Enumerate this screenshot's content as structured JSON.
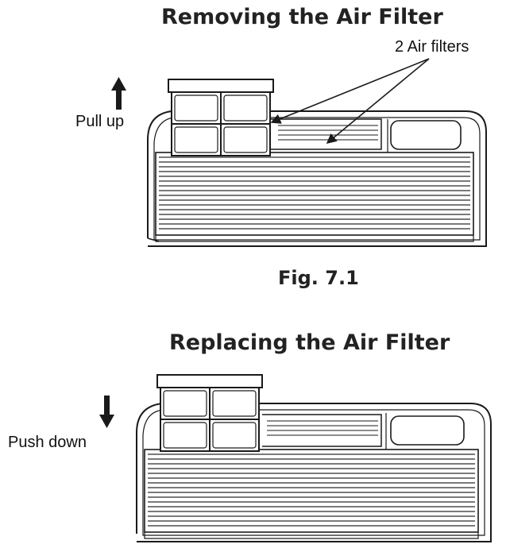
{
  "removing": {
    "title": "Removing the Air Filter",
    "action_label": "Pull up",
    "callout_label": "2 Air filters",
    "figure_caption": "Fig. 7.1"
  },
  "replacing": {
    "title": "Replacing the Air Filter",
    "action_label": "Push down"
  },
  "colors": {
    "line": "#1a1a1a",
    "background": "#ffffff",
    "louver": "#2a2a2a"
  },
  "icons": [
    "arrow-up-icon",
    "arrow-down-icon"
  ]
}
